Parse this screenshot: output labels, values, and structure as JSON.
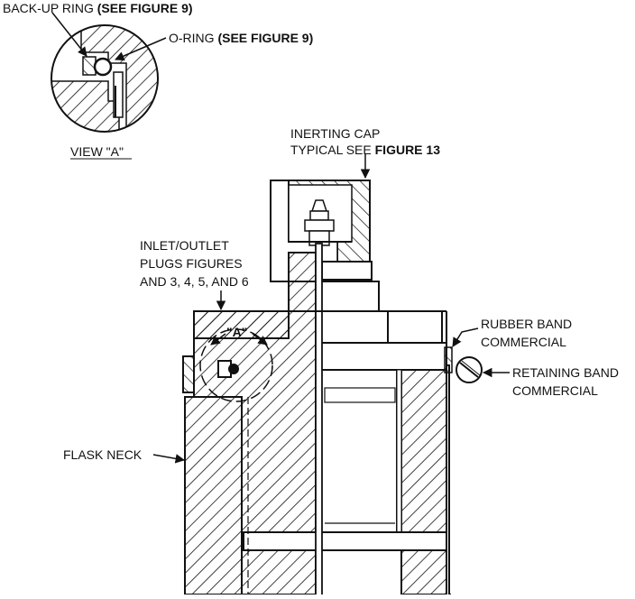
{
  "colors": {
    "ink": "#111111",
    "paper": "#ffffff"
  },
  "view_a": {
    "caption": "VIEW \"A\"",
    "backup_ring": {
      "text": "BACK-UP RING ",
      "ref": "(SEE FIGURE 9)"
    },
    "o_ring": {
      "text": "O-RING ",
      "ref": "(SEE FIGURE 9)"
    }
  },
  "labels": {
    "inerting_cap_line1": "INERTING CAP",
    "inerting_cap_line2_text": "TYPICAL SEE ",
    "inerting_cap_line2_ref": "FIGURE 13",
    "inlet_line1": "INLET/OUTLET",
    "inlet_line2": "PLUGS FIGURES",
    "inlet_line3": "AND 3, 4, 5, AND 6",
    "detail_marker": "\"A\"",
    "rubber_band_line1": "RUBBER BAND",
    "rubber_band_line2": "COMMERCIAL",
    "retaining_band_line1": "RETAINING BAND",
    "retaining_band_line2": "COMMERCIAL",
    "flask_neck": "FLASK NECK"
  }
}
